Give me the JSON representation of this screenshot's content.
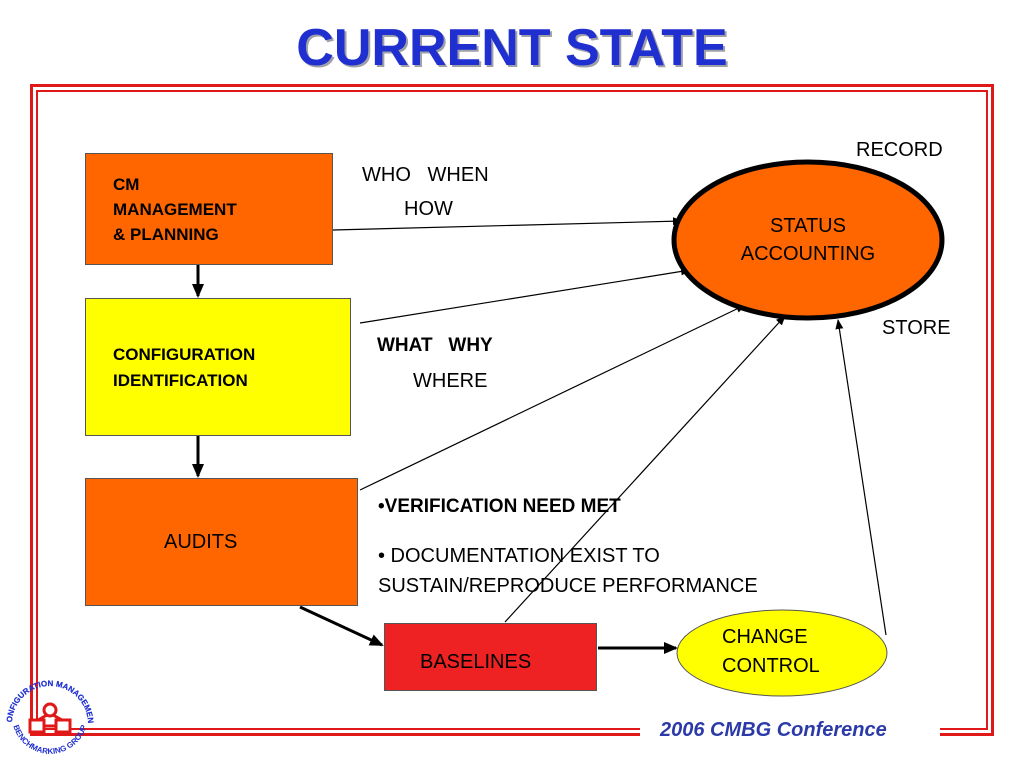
{
  "slide": {
    "title": "CURRENT STATE",
    "footer": "2006 CMBG Conference"
  },
  "colors": {
    "title": "#1f2fd0",
    "frame": "#e01818",
    "orange": "#ff6600",
    "yellow": "#ffff00",
    "red": "#ee2222",
    "footer": "#2b3aa8"
  },
  "diagram": {
    "nodes": {
      "cm_management": "CM\nMANAGEMENT\n& PLANNING",
      "configuration_identification": "CONFIGURATION\nIDENTIFICATION",
      "audits": "AUDITS",
      "baselines": "BASELINES",
      "change_control": "CHANGE\nCONTROL",
      "status_accounting": "STATUS\nACCOUNTING"
    },
    "labels": {
      "who_when": "WHO   WHEN",
      "how": "HOW",
      "what_why": "WHAT   WHY",
      "where": "WHERE",
      "record": "RECORD",
      "store": "STORE"
    },
    "bullets": [
      "•VERIFICATION NEED MET",
      "• DOCUMENTATION EXIST TO\nSUSTAIN/REPRODUCE PERFORMANCE"
    ]
  },
  "logo": {
    "text_top": "CONFIGURATION MANAGEMENT",
    "text_bottom": "BENCHMARKING GROUP"
  }
}
